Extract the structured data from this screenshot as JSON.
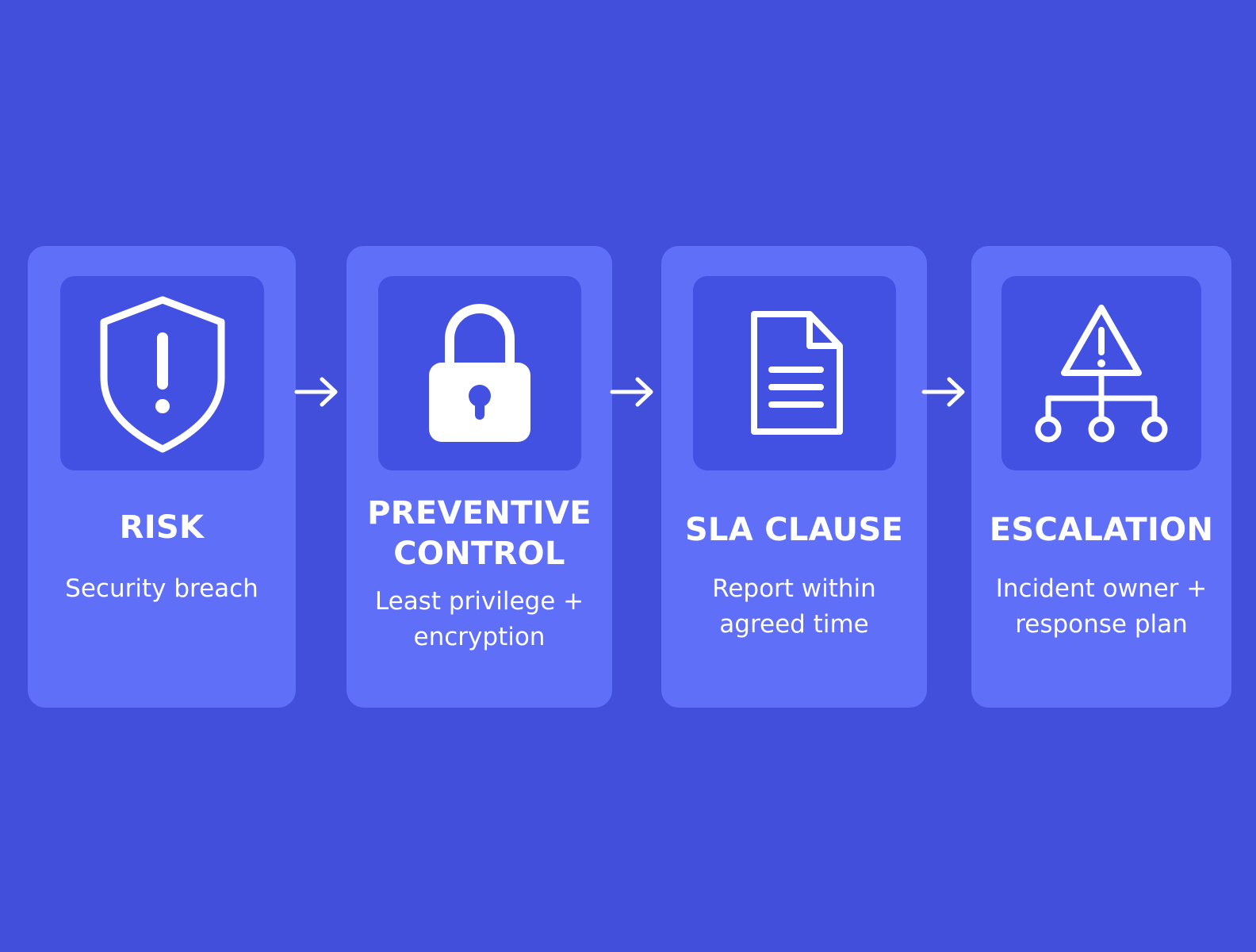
{
  "steps": [
    {
      "title_lines": [
        "RISK"
      ],
      "desc_lines": [
        "Security breach"
      ],
      "icon": "shield-alert-icon"
    },
    {
      "title_lines": [
        "PREVENTIVE",
        "CONTROL"
      ],
      "desc_lines": [
        "Least privilege +",
        "encryption"
      ],
      "icon": "padlock-icon"
    },
    {
      "title_lines": [
        "SLA CLAUSE"
      ],
      "desc_lines": [
        "Report within",
        "agreed time"
      ],
      "icon": "document-icon"
    },
    {
      "title_lines": [
        "ESCALATION"
      ],
      "desc_lines": [
        "Incident owner +",
        "response plan"
      ],
      "icon": "warning-hierarchy-icon"
    }
  ],
  "connector_icon": "arrow-right-icon",
  "colors": {
    "background": "#414fdb",
    "card": "#5f6ff8",
    "icon_panel": "#4351e2",
    "foreground": "#ffffff"
  }
}
